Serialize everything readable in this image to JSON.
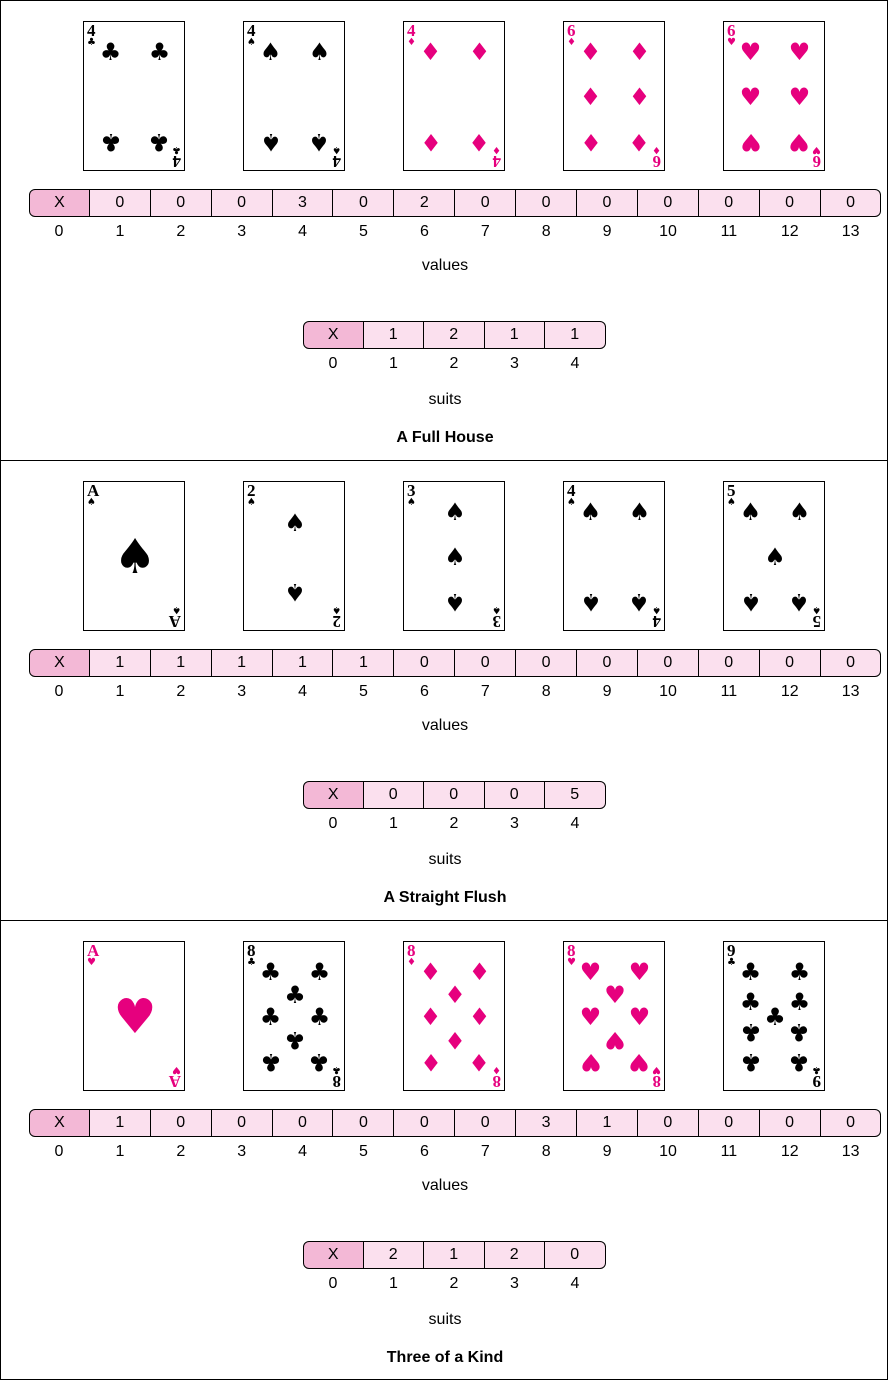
{
  "colors": {
    "red": "#e6007e",
    "black": "#000000",
    "cell_fill": "#fbe0ee",
    "cell_x_fill": "#f3b8d6"
  },
  "panels": [
    {
      "title": "A Full House",
      "cards": [
        {
          "rank": "4",
          "suit": "club",
          "color": "black"
        },
        {
          "rank": "4",
          "suit": "spade",
          "color": "black"
        },
        {
          "rank": "4",
          "suit": "diamond",
          "color": "red"
        },
        {
          "rank": "6",
          "suit": "diamond",
          "color": "red"
        },
        {
          "rank": "6",
          "suit": "heart",
          "color": "red"
        }
      ],
      "values": [
        "X",
        "0",
        "0",
        "0",
        "3",
        "0",
        "2",
        "0",
        "0",
        "0",
        "0",
        "0",
        "0",
        "0"
      ],
      "suits": [
        "X",
        "1",
        "2",
        "1",
        "1"
      ]
    },
    {
      "title": "A Straight Flush",
      "cards": [
        {
          "rank": "A",
          "suit": "spade",
          "color": "black"
        },
        {
          "rank": "2",
          "suit": "spade",
          "color": "black"
        },
        {
          "rank": "3",
          "suit": "spade",
          "color": "black"
        },
        {
          "rank": "4",
          "suit": "spade",
          "color": "black"
        },
        {
          "rank": "5",
          "suit": "spade",
          "color": "black"
        }
      ],
      "values": [
        "X",
        "1",
        "1",
        "1",
        "1",
        "1",
        "0",
        "0",
        "0",
        "0",
        "0",
        "0",
        "0",
        "0"
      ],
      "suits": [
        "X",
        "0",
        "0",
        "0",
        "5"
      ]
    },
    {
      "title": "Three of a Kind",
      "cards": [
        {
          "rank": "A",
          "suit": "heart",
          "color": "red"
        },
        {
          "rank": "8",
          "suit": "club",
          "color": "black"
        },
        {
          "rank": "8",
          "suit": "diamond",
          "color": "red"
        },
        {
          "rank": "8",
          "suit": "heart",
          "color": "red"
        },
        {
          "rank": "9",
          "suit": "club",
          "color": "black"
        }
      ],
      "values": [
        "X",
        "1",
        "0",
        "0",
        "0",
        "0",
        "0",
        "0",
        "3",
        "1",
        "0",
        "0",
        "0",
        "0"
      ],
      "suits": [
        "X",
        "2",
        "1",
        "2",
        "0"
      ]
    }
  ],
  "value_indices": [
    "0",
    "1",
    "2",
    "3",
    "4",
    "5",
    "6",
    "7",
    "8",
    "9",
    "10",
    "11",
    "12",
    "13"
  ],
  "suit_indices": [
    "0",
    "1",
    "2",
    "3",
    "4"
  ],
  "values_label": "values",
  "suits_label": "suits"
}
